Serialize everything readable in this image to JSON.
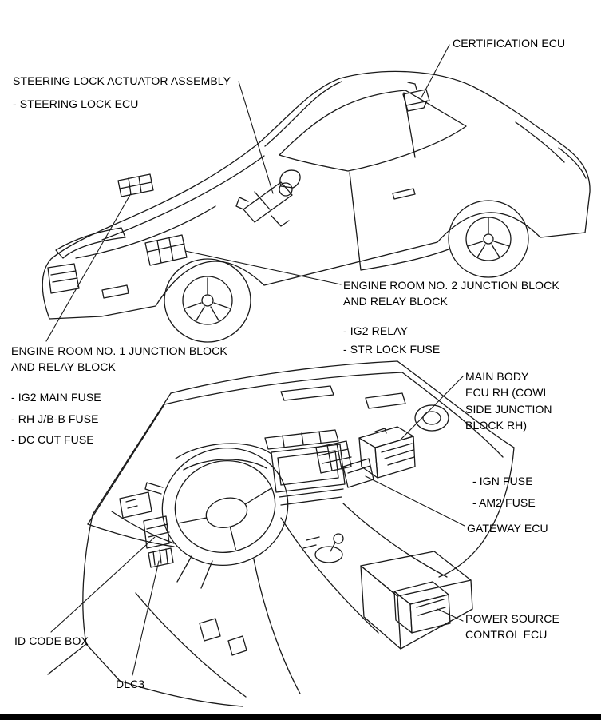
{
  "colors": {
    "background": "#ffffff",
    "line": "#1a1a1a",
    "text": "#000000",
    "footer_bar": "#000000"
  },
  "callouts": {
    "certification_ecu": "CERTIFICATION ECU",
    "steering_lock_actuator": "STEERING LOCK ACTUATOR ASSEMBLY",
    "steering_lock_ecu": "- STEERING LOCK ECU",
    "engine_room_no2": "ENGINE ROOM NO. 2 JUNCTION BLOCK AND RELAY BLOCK",
    "ig2_relay": "- IG2 RELAY",
    "str_lock_fuse": "- STR LOCK FUSE",
    "engine_room_no1": "ENGINE ROOM NO. 1 JUNCTION BLOCK AND RELAY BLOCK",
    "ig2_main_fuse": "- IG2 MAIN FUSE",
    "rh_jbb_fuse": "- RH J/B-B FUSE",
    "dc_cut_fuse": "- DC CUT FUSE",
    "main_body_ecu": "MAIN BODY ECU RH (COWL SIDE JUNCTION BLOCK RH)",
    "ign_fuse": "- IGN FUSE",
    "am2_fuse": "- AM2 FUSE",
    "gateway_ecu": "GATEWAY ECU",
    "power_source_control_ecu": "POWER SOURCE CONTROL ECU",
    "id_code_box": "ID CODE BOX",
    "dlc3": "DLC3"
  }
}
